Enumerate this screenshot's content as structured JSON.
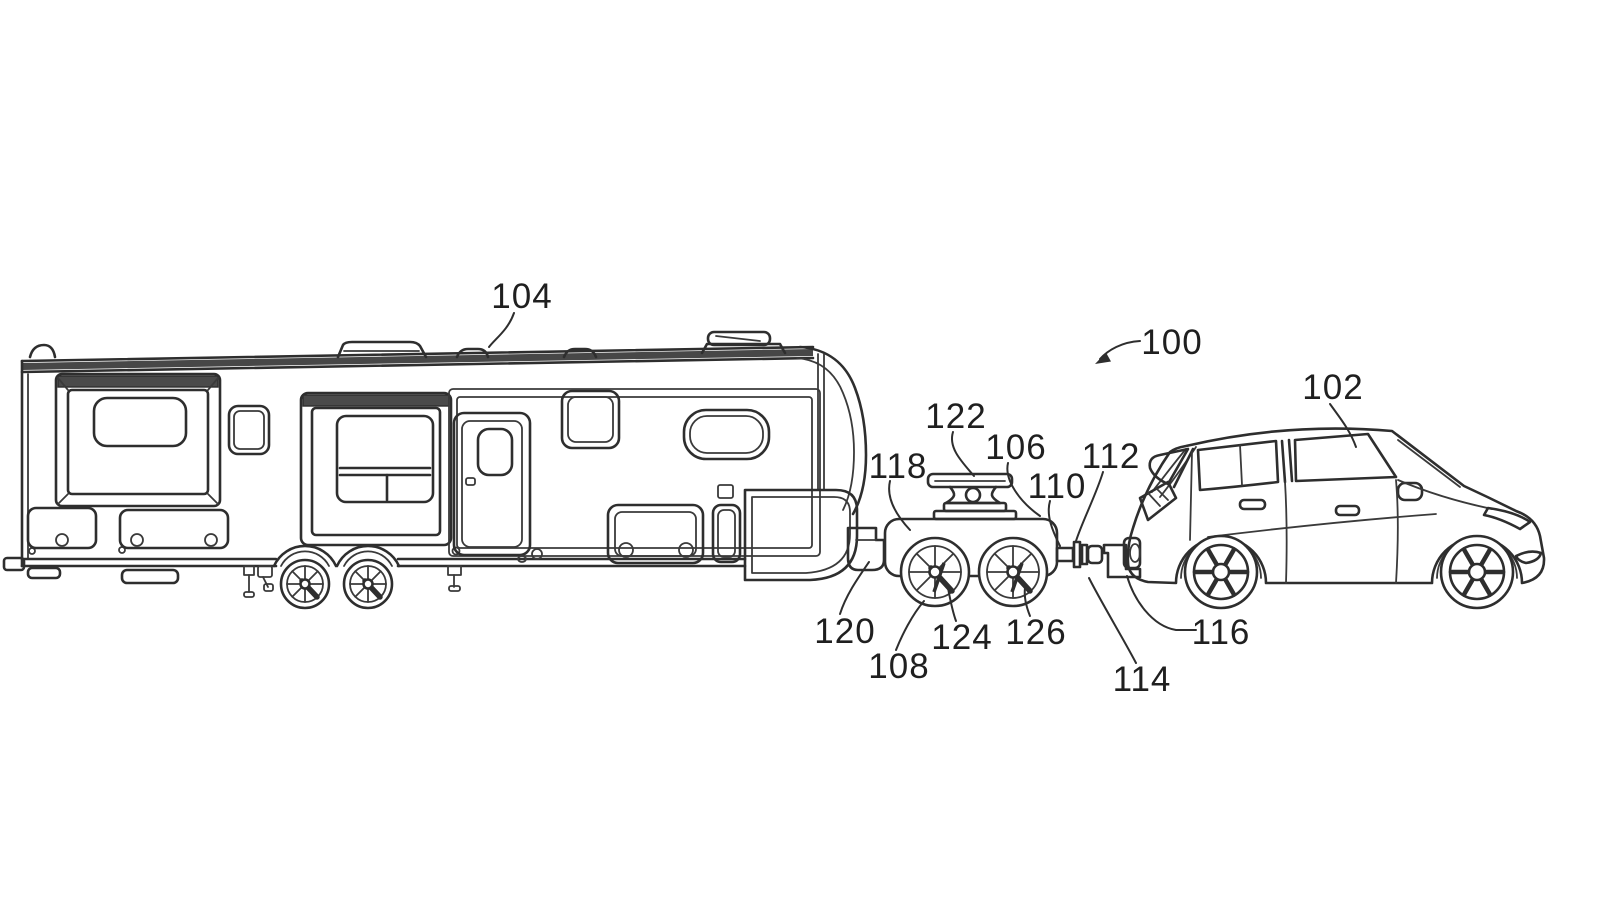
{
  "figure": {
    "background_color": "#ffffff",
    "line_color": "#2e2e2e",
    "reference_numerals": {
      "system": "100",
      "car": "102",
      "trailer": "104",
      "dolly": "106",
      "dolly_axle": "108",
      "drawbar": "110",
      "coupler": "112",
      "hitch_connection": "114",
      "tow_vehicle_hitch": "116",
      "dolly_frame": "118",
      "kingpin": "120",
      "fifth_wheel_hitch": "122",
      "dolly_wheel_left": "124",
      "dolly_wheel_right": "126"
    }
  }
}
